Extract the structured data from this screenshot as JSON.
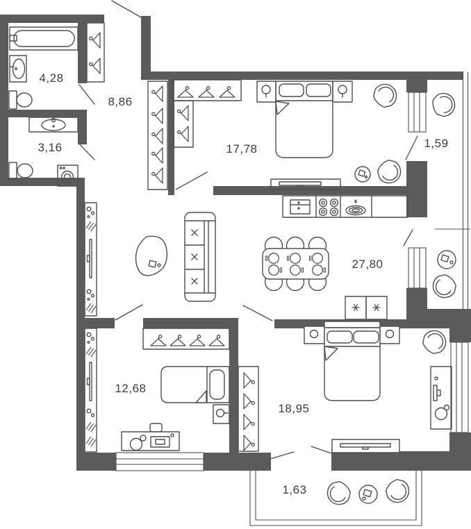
{
  "plan": {
    "title": "Apartment floor plan",
    "units": "m2",
    "colors": {
      "wall": "#5b5b5b",
      "furniture_line": "#4e4e4e",
      "background": "#ffffff",
      "label_text": "#3c3c3c"
    },
    "rooms": [
      {
        "id": "bathroom",
        "label": "4,28",
        "furniture": [
          "bathtub",
          "sink",
          "toilet"
        ]
      },
      {
        "id": "hallway",
        "label": "8,86",
        "furniture": [
          "coat-closet",
          "wardrobe-5-hangers"
        ]
      },
      {
        "id": "wc",
        "label": "3,16",
        "furniture": [
          "sink",
          "toilet",
          "washing-machine"
        ]
      },
      {
        "id": "bedroom-1",
        "label": "17,78",
        "furniture": [
          "wardrobe-hangers",
          "double-bed",
          "nightstand",
          "nightstand",
          "tv-stand",
          "armchair",
          "armchair",
          "side-table"
        ]
      },
      {
        "id": "balcony-right",
        "label": "1,59",
        "furniture": [
          "armchair",
          "plant-table",
          "armchair"
        ]
      },
      {
        "id": "kitchen-living",
        "label": "27,80",
        "furniture": [
          "kitchen-counter",
          "fridge",
          "cooktop",
          "kitchen-sink",
          "dining-table",
          "six-chairs",
          "washer",
          "dryer",
          "sofa",
          "coffee-table",
          "shelving-tv-unit"
        ]
      },
      {
        "id": "bedroom-2",
        "label": "12,68",
        "furniture": [
          "wardrobe-4-hangers",
          "single-bed",
          "nightstand",
          "desk",
          "chair",
          "shelving-tv-unit"
        ]
      },
      {
        "id": "bedroom-3",
        "label": "18,95",
        "furniture": [
          "wardrobe-4-hangers",
          "double-bed",
          "nightstand",
          "nightstand",
          "armchair",
          "desk",
          "office-chair",
          "tv-stand"
        ]
      },
      {
        "id": "balcony-bottom",
        "label": "1,63",
        "furniture": [
          "armchair",
          "coffee-table",
          "armchair"
        ]
      }
    ]
  }
}
